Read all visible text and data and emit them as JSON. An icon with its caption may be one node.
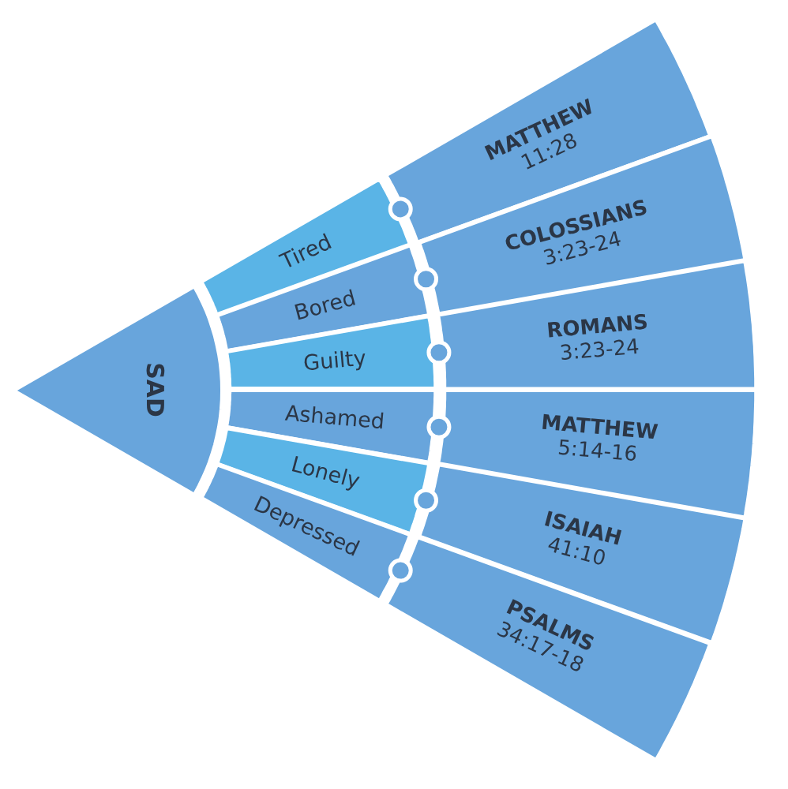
{
  "diagram": {
    "nodes": [
      {
        "text": [
          "SAD"
        ]
      },
      {
        "text": [
          "Tired"
        ]
      },
      {
        "text": [
          "Bored"
        ]
      },
      {
        "text": [
          "Guilty"
        ]
      },
      {
        "text": [
          "Ashamed"
        ]
      },
      {
        "text": [
          "Lonely"
        ]
      },
      {
        "text": [
          "Depressed"
        ]
      },
      {
        "text": [
          "MATTHEW",
          "11:28"
        ]
      },
      {
        "text": [
          "COLOSSIANS",
          "3:23-24"
        ]
      },
      {
        "text": [
          "ROMANS",
          "3:23-24"
        ]
      },
      {
        "text": [
          "MATTHEW",
          "5:14-16"
        ]
      },
      {
        "text": [
          "ISAIAH",
          "41:10"
        ]
      },
      {
        "text": [
          "PSALMS",
          "34:17-18"
        ]
      }
    ]
  }
}
